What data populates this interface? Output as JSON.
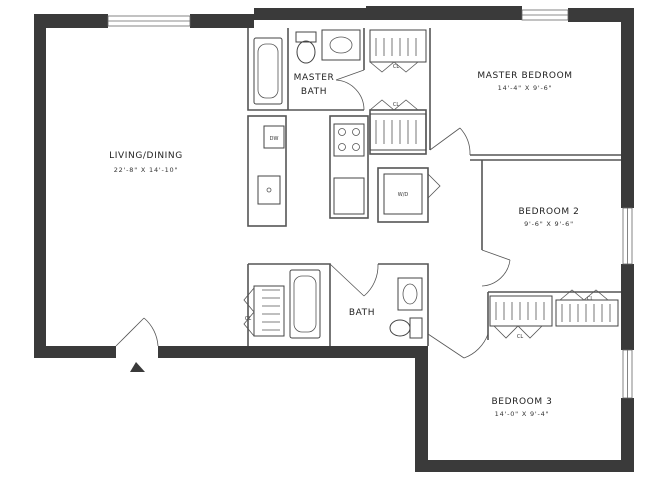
{
  "rooms": {
    "living": {
      "name": "LIVING/DINING",
      "dims": "22'-8\" X 14'-10\""
    },
    "master_bedroom": {
      "name": "MASTER BEDROOM",
      "dims": "14'-4\" X 9'-6\""
    },
    "master_bath": {
      "name_line1": "MASTER",
      "name_line2": "BATH"
    },
    "bedroom2": {
      "name": "BEDROOM 2",
      "dims": "9'-6\" X 9'-6\""
    },
    "bedroom3": {
      "name": "BEDROOM 3",
      "dims": "14'-0\" X 9'-4\""
    },
    "bath": {
      "name": "BATH"
    }
  },
  "labels": {
    "closet": "CL",
    "dishwasher": "DW",
    "washer_dryer": "W/D"
  },
  "icons": {
    "entry": "entry-arrow-icon"
  },
  "colors": {
    "wall": "#3a3a3a",
    "fixture": "#444444",
    "text": "#222222"
  }
}
